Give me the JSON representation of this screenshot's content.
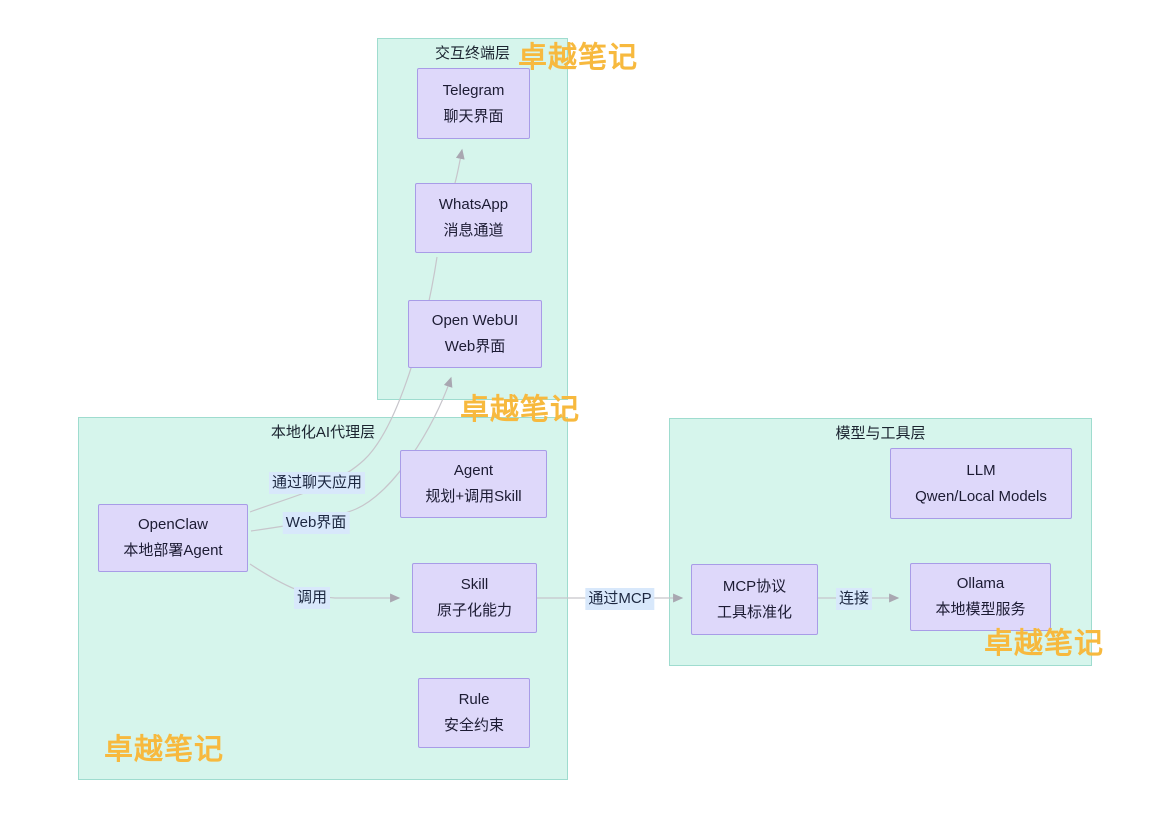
{
  "diagram": {
    "containers": [
      {
        "name": "terminal-layer",
        "label": "交互终端层"
      },
      {
        "name": "local-ai-agent-layer",
        "label": "本地化AI代理层"
      },
      {
        "name": "model-tool-layer",
        "label": "模型与工具层"
      }
    ],
    "nodes": [
      {
        "name": "telegram",
        "line1": "Telegram",
        "line2": "聊天界面"
      },
      {
        "name": "whatsapp",
        "line1": "WhatsApp",
        "line2": "消息通道"
      },
      {
        "name": "openwebui",
        "line1": "Open WebUI",
        "line2": "Web界面"
      },
      {
        "name": "agent",
        "line1": "Agent",
        "line2": "规划+调用Skill"
      },
      {
        "name": "openclaw",
        "line1": "OpenClaw",
        "line2": "本地部署Agent"
      },
      {
        "name": "skill",
        "line1": "Skill",
        "line2": "原子化能力"
      },
      {
        "name": "rule",
        "line1": "Rule",
        "line2": "安全约束"
      },
      {
        "name": "llm",
        "line1": "LLM",
        "line2": "Qwen/Local Models"
      },
      {
        "name": "mcp",
        "line1": "MCP协议",
        "line2": "工具标准化"
      },
      {
        "name": "ollama",
        "line1": "Ollama",
        "line2": "本地模型服务"
      }
    ],
    "edge_labels": [
      {
        "name": "via-chat-app",
        "text": "通过聊天应用"
      },
      {
        "name": "web-interface",
        "text": "Web界面"
      },
      {
        "name": "invoke",
        "text": "调用"
      },
      {
        "name": "via-mcp",
        "text": "通过MCP"
      },
      {
        "name": "connect",
        "text": "连接"
      }
    ],
    "watermark": {
      "text": "卓越笔记",
      "color": "#f7b93e"
    },
    "colors": {
      "container_fill": "#d6f5ec",
      "container_border": "#9fdccf",
      "node_fill": "#ded8fa",
      "node_border": "#a89ce7",
      "edge_line": "#c7c5cb",
      "arrowhead": "#a9a7b1",
      "edge_label_bg": "#d8e8fb",
      "text": "#1c1b33",
      "background": "#ffffff"
    }
  }
}
